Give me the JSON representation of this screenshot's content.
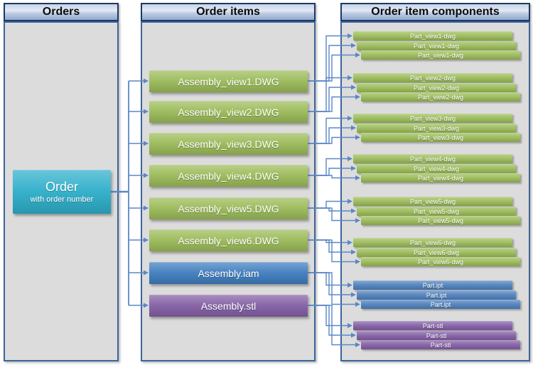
{
  "columns": {
    "orders": {
      "title": "Orders"
    },
    "order_items": {
      "title": "Order items"
    },
    "components": {
      "title": "Order item components"
    }
  },
  "order": {
    "title": "Order",
    "subtitle": "with order number",
    "color": "#2fafca"
  },
  "type_colors": {
    "dwg": "#9bbb59",
    "iam": "#3f7dbf",
    "ipt": "#4f81bd",
    "stl": "#845fa5"
  },
  "connector_color": "#5b87c5",
  "order_items": [
    {
      "label": "Assembly_view1.DWG",
      "type": "dwg"
    },
    {
      "label": "Assembly_view2.DWG",
      "type": "dwg"
    },
    {
      "label": "Assembly_view3.DWG",
      "type": "dwg"
    },
    {
      "label": "Assembly_view4.DWG",
      "type": "dwg"
    },
    {
      "label": "Assembly_view5.DWG",
      "type": "dwg"
    },
    {
      "label": "Assembly_view6.DWG",
      "type": "dwg"
    },
    {
      "label": "Assembly.iam",
      "type": "iam"
    },
    {
      "label": "Assembly.stl",
      "type": "stl"
    }
  ],
  "component_groups": [
    {
      "label": "Part_view1-dwg",
      "type": "dwg",
      "count": 3
    },
    {
      "label": "Part_view2-dwg",
      "type": "dwg",
      "count": 3
    },
    {
      "label": "Part_view3-dwg",
      "type": "dwg",
      "count": 3
    },
    {
      "label": "Part_view4-dwg",
      "type": "dwg",
      "count": 3
    },
    {
      "label": "Part_view5-dwg",
      "type": "dwg",
      "count": 3
    },
    {
      "label": "Part_view6-dwg",
      "type": "dwg",
      "count": 3
    },
    {
      "label": "Part.ipt",
      "type": "ipt",
      "count": 3
    },
    {
      "label": "Part-stl",
      "type": "stl",
      "count": 3
    }
  ]
}
